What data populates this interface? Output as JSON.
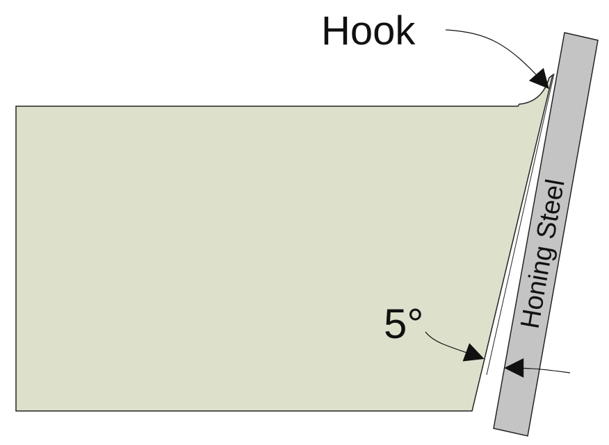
{
  "labels": {
    "hook": "Hook",
    "angle": "5°",
    "steel": "Honing Steel"
  },
  "colors": {
    "blade_fill": "#dde0cb",
    "steel_fill": "#c4c4c4",
    "outline": "#222222",
    "arrow": "#111111"
  }
}
